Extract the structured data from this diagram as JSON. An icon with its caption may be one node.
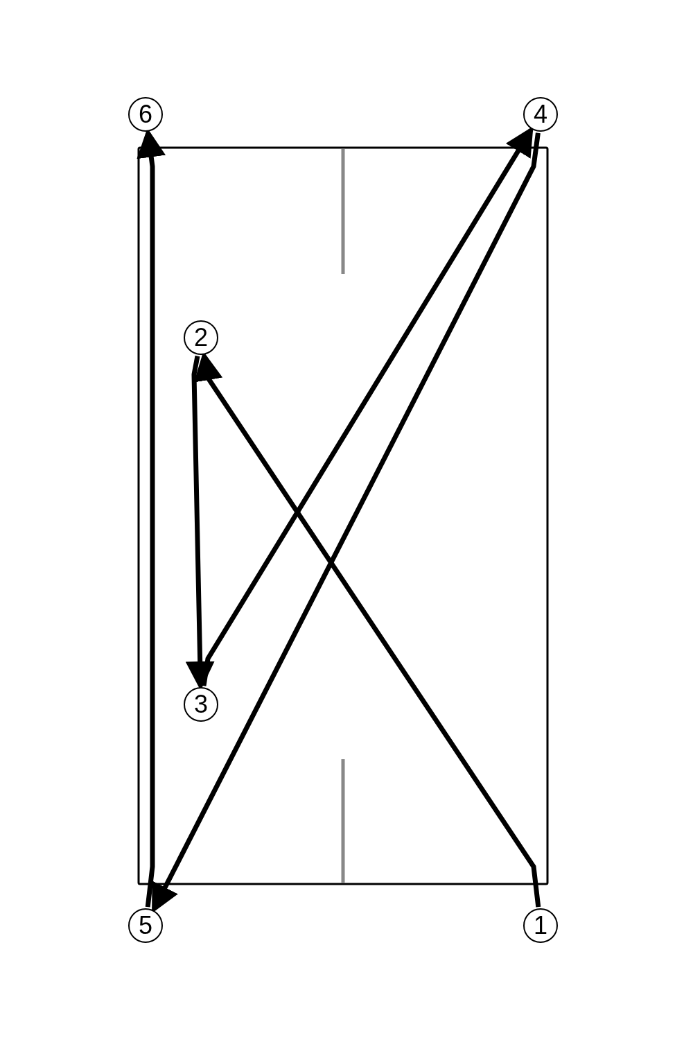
{
  "diagram": {
    "nodes": [
      {
        "text": [
          "1"
        ]
      },
      {
        "text": [
          "2"
        ]
      },
      {
        "text": [
          "3"
        ]
      },
      {
        "text": [
          "4"
        ]
      },
      {
        "text": [
          "5"
        ]
      },
      {
        "text": [
          "6"
        ]
      }
    ],
    "edges": [
      {
        "from": 0,
        "to": 1,
        "arrow": "to"
      },
      {
        "from": 1,
        "to": 2,
        "arrow": "to"
      },
      {
        "from": 2,
        "to": 3,
        "arrow": "to"
      },
      {
        "from": 3,
        "to": 4,
        "arrow": "to"
      },
      {
        "from": 4,
        "to": 5,
        "arrow": "to"
      }
    ]
  }
}
